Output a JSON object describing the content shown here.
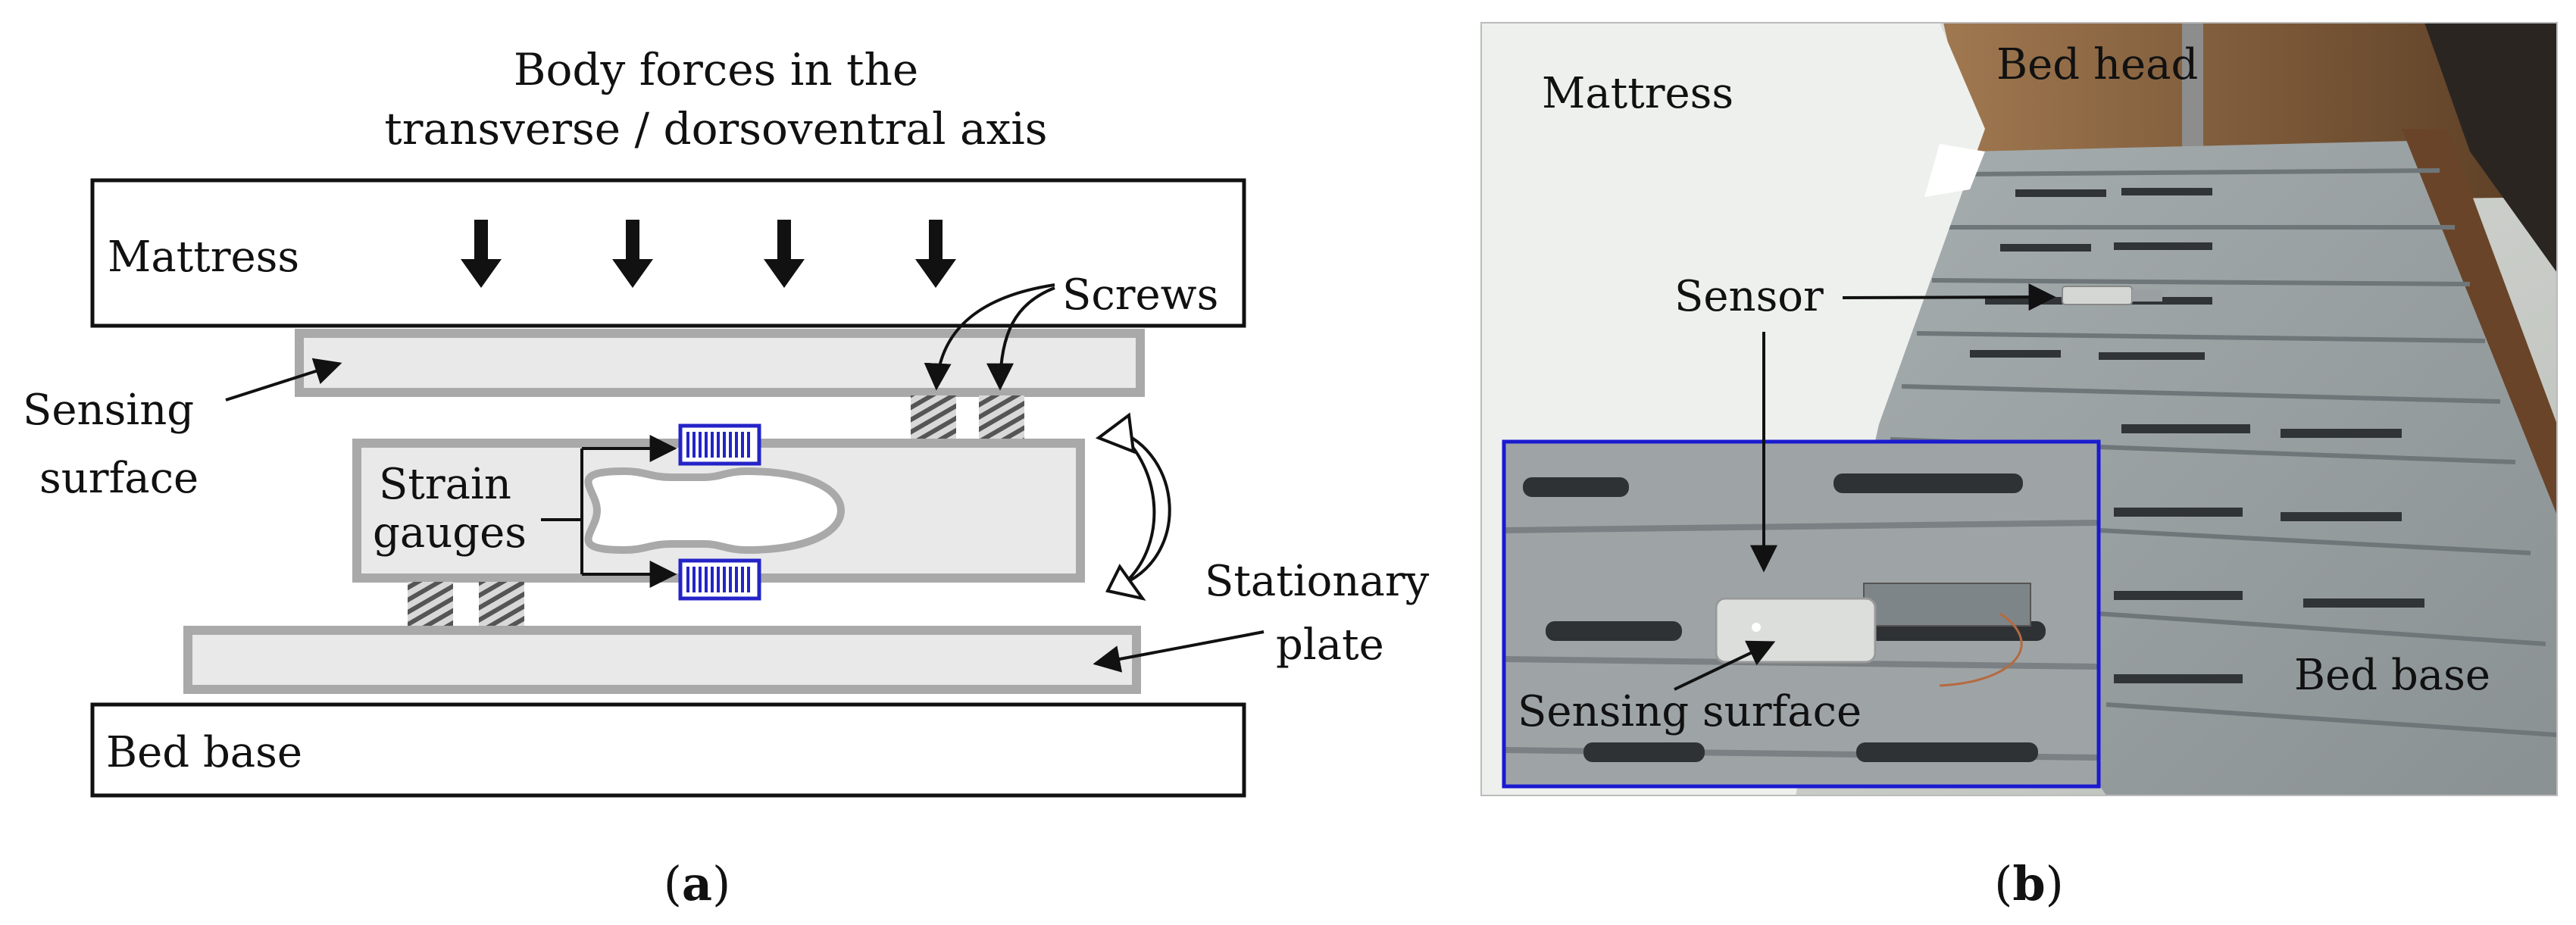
{
  "panel_a": {
    "title_line1": "Body forces in the",
    "title_line2": "transverse / dorsoventral axis",
    "mattress": "Mattress",
    "screws": "Screws",
    "sensing_surface_line1": "Sensing",
    "sensing_surface_line2": "surface",
    "strain_gauges_line1": "Strain",
    "strain_gauges_line2": "gauges",
    "stationary_plate_line1": "Stationary",
    "stationary_plate_line2": "plate",
    "bed_base": "Bed base",
    "caption_open": "(",
    "caption_letter": "a",
    "caption_close": ")"
  },
  "panel_b": {
    "mattress": "Mattress",
    "bed_head": "Bed head",
    "sensor": "Sensor",
    "sensing_surface": "Sensing surface",
    "bed_base": "Bed base",
    "caption_open": "(",
    "caption_letter": "b",
    "caption_close": ")"
  },
  "colors": {
    "outline": "#111111",
    "plate_fill": "#e9e9e9",
    "plate_stroke": "#a9a9a9",
    "gauge_blue": "#2424c8",
    "photo_wall": "#cfd3cf",
    "photo_slats": "#8f9698",
    "photo_wood": "#7b5a3c",
    "inset_border": "#1a1ad0"
  }
}
